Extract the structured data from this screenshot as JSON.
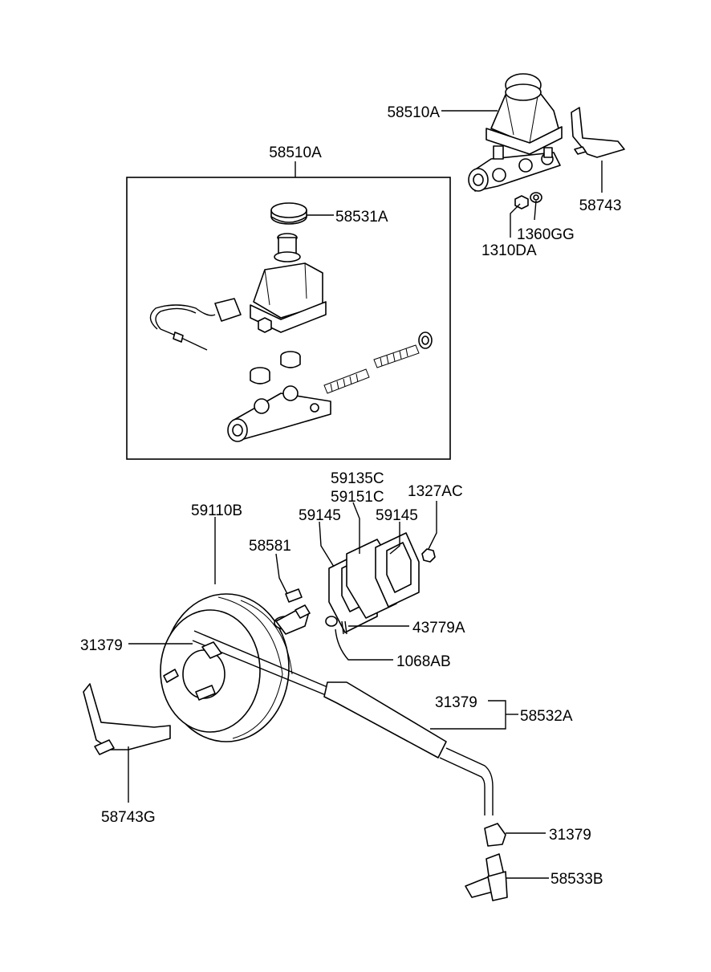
{
  "labels": {
    "reservoir_assembly": "58510A",
    "master_cylinder_kit": "58510A",
    "reservoir_cap": "58531A",
    "bracket_top_right": "58743",
    "washer": "1360GG",
    "nut": "1310DA",
    "gasket_spacer": "59135C",
    "spacer": "59151C",
    "gasket_left": "59145",
    "gasket_right": "59145",
    "nut_right": "1327AC",
    "booster": "59110B",
    "bolt": "58581",
    "pin": "43779A",
    "washer_clevis": "1068AB",
    "hose_clip_left": "31379",
    "hose_clip_mid": "31379",
    "vacuum_hose": "58532A",
    "hose_clip_bottom": "31379",
    "check_valve": "58533B",
    "bracket_left": "58743G"
  }
}
